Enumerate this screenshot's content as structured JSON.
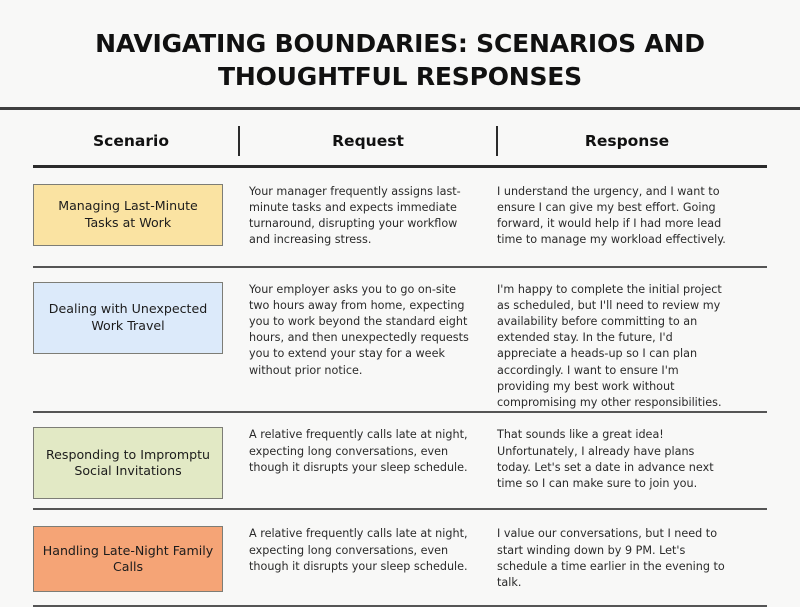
{
  "page": {
    "title": "NAVIGATING BOUNDARIES: SCENARIOS AND THOUGHTFUL RESPONSES",
    "background_color": "#f8f8f7",
    "rule_color": "#3f3f3f"
  },
  "table": {
    "headers": {
      "scenario": "Scenario",
      "request": "Request",
      "response": "Response"
    },
    "rows": [
      {
        "scenario": "Managing Last-Minute Tasks at Work",
        "scenario_color": "#fae3a2",
        "request": "Your manager frequently assigns last-minute tasks and expects immediate turnaround, disrupting your workflow and increasing stress.",
        "response": "I understand the urgency, and I want to ensure I can give my best effort. Going forward, it would help if I had more lead time to manage my workload effectively."
      },
      {
        "scenario": "Dealing with Unexpected Work Travel",
        "scenario_color": "#dceafa",
        "request": "Your employer asks you to go on-site two hours away from home, expecting you to work beyond the standard eight hours, and then unexpectedly requests you to extend your stay for a week without prior notice.",
        "response": "I'm happy to complete the initial project as scheduled, but I'll need to review my availability before committing to an extended stay. In the future, I'd appreciate a heads-up so I can plan accordingly. I want to ensure I'm providing my best work without compromising my other responsibilities."
      },
      {
        "scenario": "Responding to Impromptu Social Invitations",
        "scenario_color": "#e2e9c5",
        "request": "A relative frequently calls late at night, expecting long conversations, even though it disrupts your sleep schedule.",
        "response": "That sounds like a great idea! Unfortunately, I already have plans today. Let's set a date in advance next time so I can make sure to join you."
      },
      {
        "scenario": "Handling Late-Night Family Calls",
        "scenario_color": "#f5a476",
        "request": "A relative frequently calls late at night, expecting long conversations, even though it disrupts your sleep schedule.",
        "response": "I value our conversations, but I need to start winding down by 9 PM. Let's schedule a time earlier in the evening to talk."
      }
    ]
  }
}
